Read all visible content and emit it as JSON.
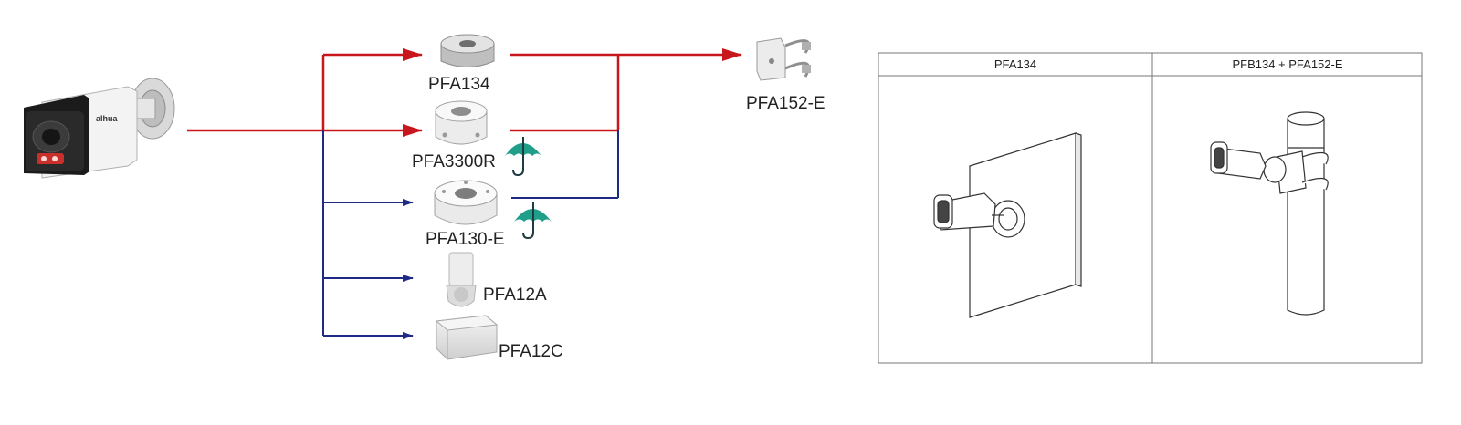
{
  "accessories": {
    "pfa134": "PFA134",
    "pfa3300r": "PFA3300R",
    "pfa130e": "PFA130-E",
    "pfa12a": "PFA12A",
    "pfa12c": "PFA12C",
    "pfa152e": "PFA152-E"
  },
  "camera_brand": "alhua",
  "colors": {
    "red_path": "#c8161d",
    "blue_path": "#1f2a85",
    "umbrella": "#1f9e8a"
  },
  "icons": [
    "bullet-camera-icon",
    "junction-box-icon",
    "pole-mount-icon",
    "umbrella-icon",
    "wall-mount-drawing-icon",
    "pole-mount-drawing-icon"
  ],
  "table": {
    "headers": [
      "PFA134",
      "PFB134 + PFA152-E"
    ]
  }
}
